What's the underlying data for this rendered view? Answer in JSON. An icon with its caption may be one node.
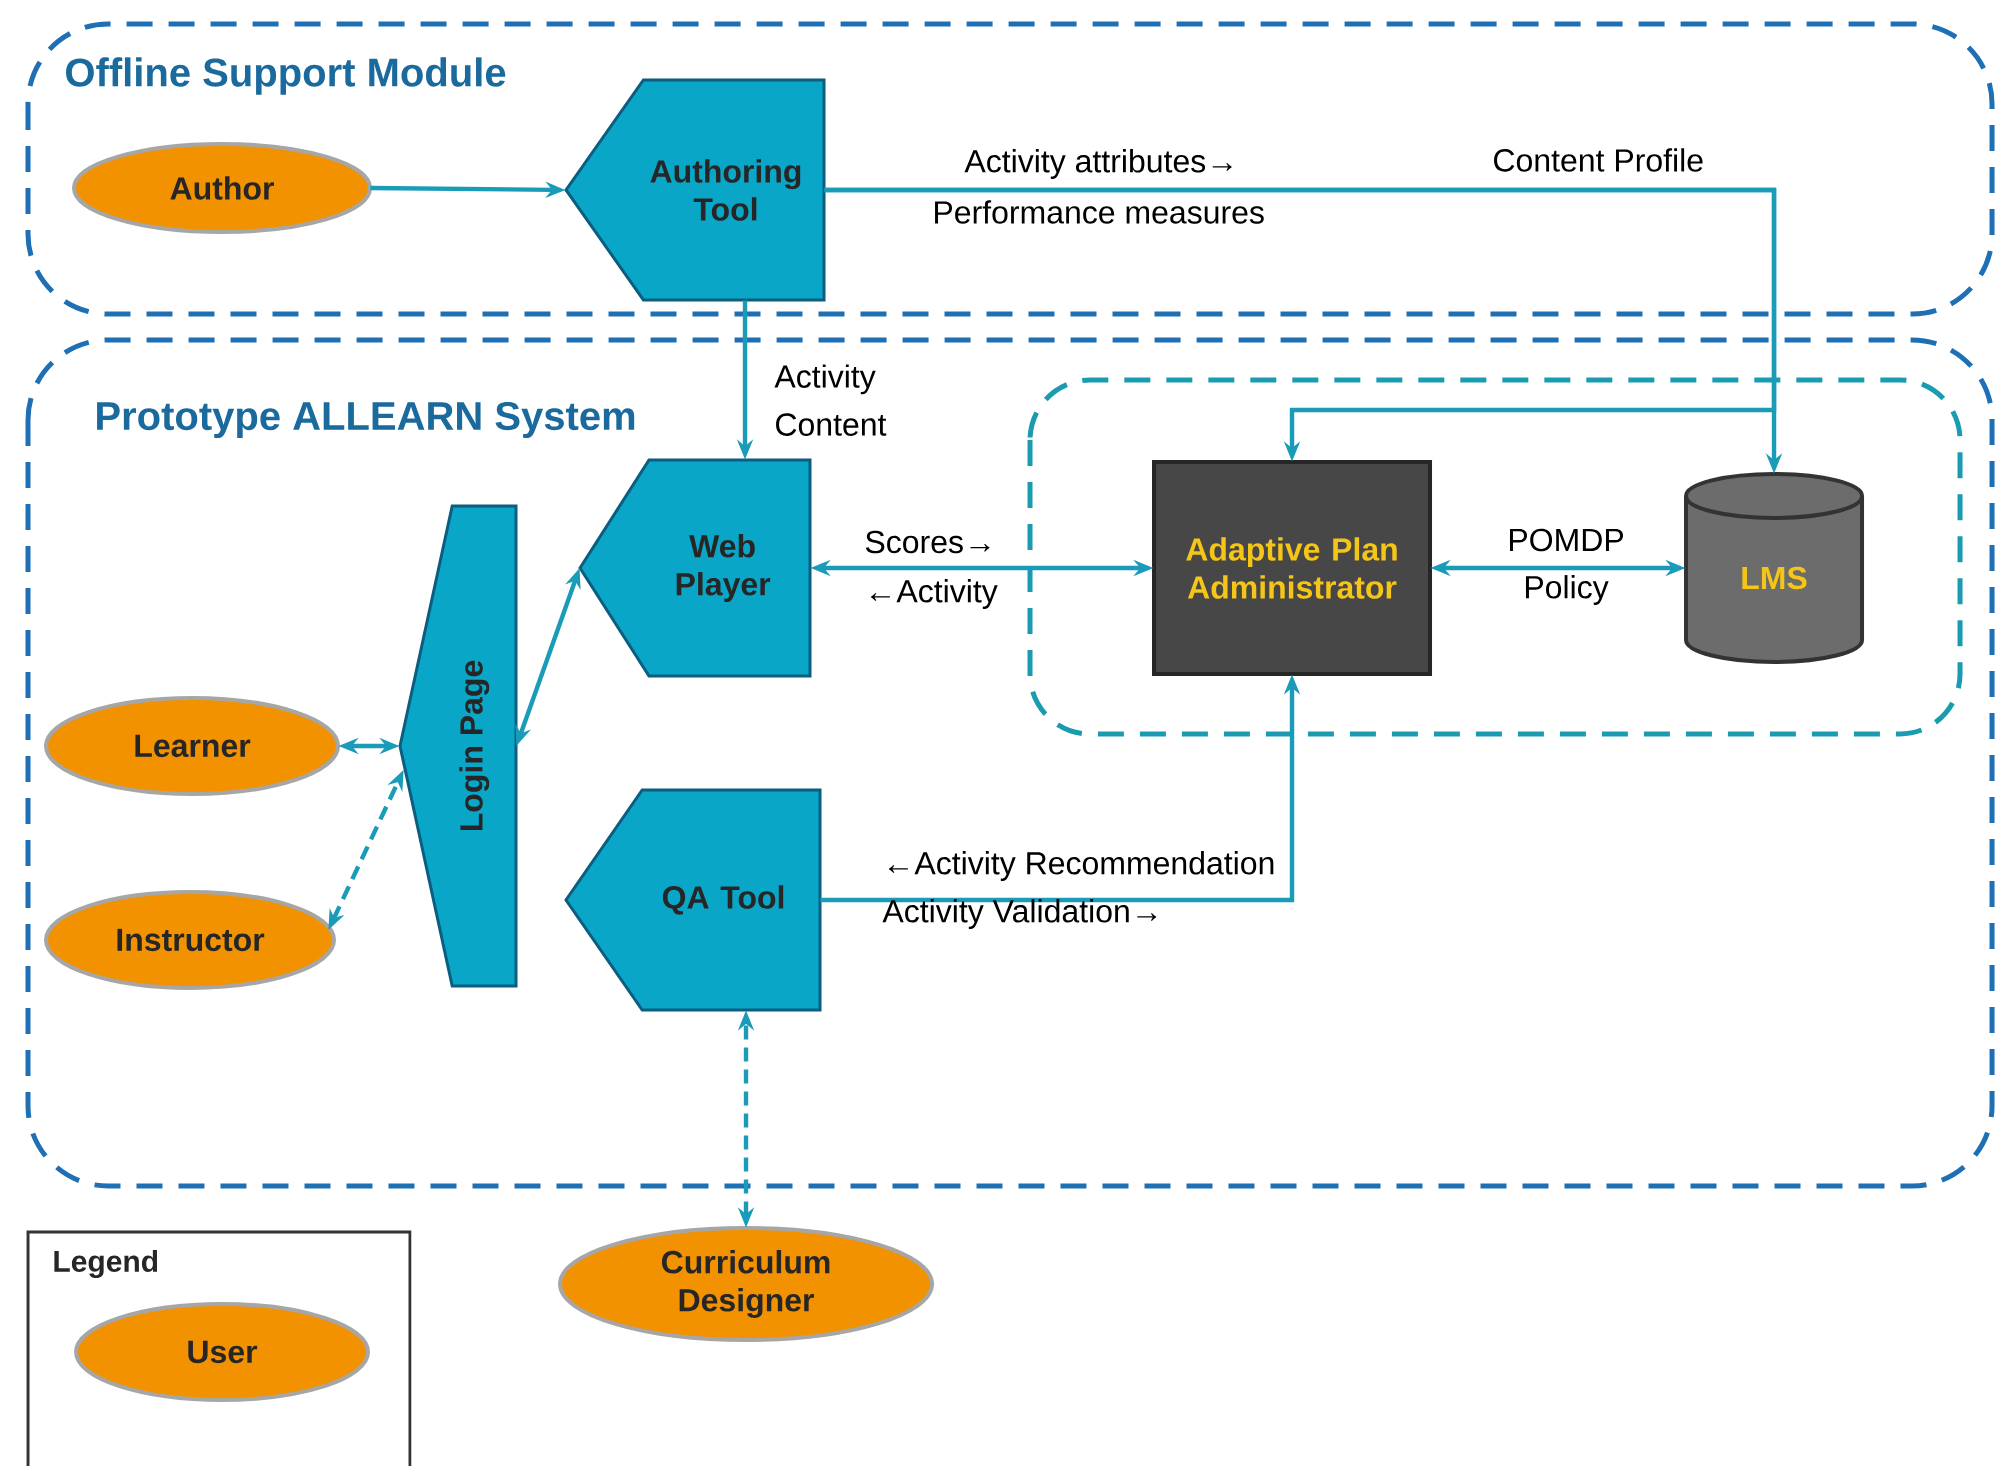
{
  "diagram": {
    "nodes": [
      {
        "text": [
          "Offline Support Module"
        ]
      },
      {
        "text": [
          "Author"
        ],
        "in": 0
      },
      {
        "text": [
          "Authoring Tool"
        ],
        "in": 0
      },
      {
        "text": [
          "Prototype ALLEARN System"
        ]
      },
      {
        "text": [],
        "shape": "box",
        "in": 3
      },
      {
        "text": [
          "Login Page"
        ],
        "in": 3
      },
      {
        "text": [
          "Web Player"
        ],
        "in": 3
      },
      {
        "text": [
          "QA Tool"
        ],
        "in": 3
      },
      {
        "text": [
          "Learner"
        ],
        "in": 3
      },
      {
        "text": [
          "Instructor"
        ],
        "in": 3
      },
      {
        "text": [
          "Adaptive Plan Administrator"
        ],
        "in": 4
      },
      {
        "text": [
          "LMS"
        ],
        "in": 4
      },
      {
        "text": [
          "Curriculum Designer"
        ]
      }
    ],
    "edges": [
      {
        "from": 1,
        "to": 2,
        "arrow": "to"
      },
      {
        "from": 2,
        "to": 11,
        "arrow": "to"
      },
      {
        "from": 2,
        "to": 10,
        "arrow": "to"
      },
      {
        "from": 2,
        "to": 6,
        "arrow": "to"
      },
      {
        "from": 6,
        "to": 10,
        "arrow": "both"
      },
      {
        "from": 10,
        "to": 11,
        "arrow": "both"
      },
      {
        "from": 7,
        "to": 10,
        "arrow": "to"
      },
      {
        "from": 5,
        "to": 6,
        "arrow": "both"
      },
      {
        "from": 8,
        "to": 5,
        "arrow": "both"
      },
      {
        "from": 9,
        "to": 5,
        "arrow": "both",
        "style": "dashed"
      },
      {
        "from": 7,
        "to": 12,
        "arrow": "both",
        "style": "dashed"
      }
    ],
    "labels": [
      "Activity attributes→",
      "Content Profile",
      "Performance measures",
      "Activity Content",
      "Scores→",
      "POMDP",
      "←Activity",
      "Policy",
      "←Activity Recommendation",
      "Activity Validation→",
      "Legend"
    ],
    "legend": [
      {
        "text": "User"
      }
    ]
  }
}
